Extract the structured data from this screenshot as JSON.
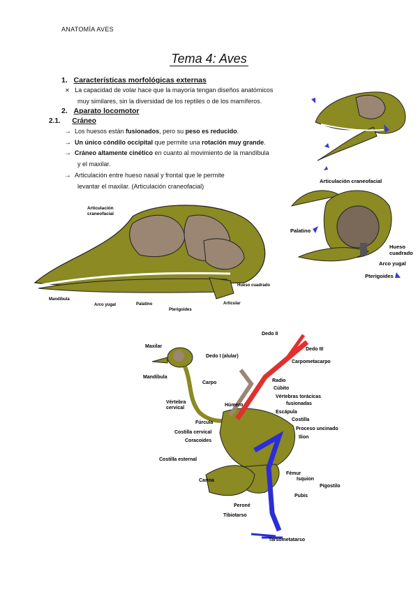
{
  "header": "ANATOMÍA AVES",
  "title": "Tema 4: Aves",
  "s1": {
    "num": "1.",
    "title": "Características morfológicas externas",
    "bullet": "La capacidad de volar hace que la mayoría tengan diseños anatómicos",
    "bullet2": "muy similares, sin la diversidad de los reptiles o de los mamíferos."
  },
  "s2": {
    "num": "2.",
    "title": "Aparato locomotor"
  },
  "s21": {
    "num": "2.1.",
    "title": "Cráneo"
  },
  "items": [
    {
      "a": "Los huesos están ",
      "b": "fusionados",
      "c": ", pero su ",
      "d": "peso es reducido",
      "e": "."
    },
    {
      "a": "",
      "b": "Un único cóndilo occipital",
      "c": " que permite una ",
      "d": "rotación muy grande",
      "e": "."
    },
    {
      "a": "",
      "b": "Cráneo altamente cinético",
      "c": " en cuanto al movimiento de la mandíbula",
      "d": "",
      "e": ""
    },
    {
      "a": "Articulación entre hueso nasal y frontal que le permite",
      "b": "",
      "c": "",
      "d": "",
      "e": ""
    }
  ],
  "item3_cont": "y el maxilar.",
  "item4_cont": "levantar el maxilar. (Articulación craneofacial)",
  "skull_labels": {
    "art": "Articulación",
    "cran": "craneofacial",
    "hueso": "Hueso cuadrado",
    "mand": "Mandíbula",
    "arco": "Arco yugal",
    "pal": "Palatino",
    "pter": "Pterigoides",
    "articular": "Articular"
  },
  "right_labels": {
    "art": "Articulación craneofacial",
    "pal": "Palatino",
    "hueso": "Hueso",
    "cuad": "cuadrado",
    "arco": "Arco yugal",
    "pter": "Pterigoides"
  },
  "skeleton_labels": {
    "maxilar": "Maxilar",
    "mandibula": "Mandíbula",
    "vert1": "Vértebra",
    "vert2": "cervical",
    "carpo": "Carpo",
    "dedo1": "Dedo I (alular)",
    "dedo2": "Dedo II",
    "dedo3": "Dedo III",
    "carpomet": "Carpometacarpo",
    "radio": "Radio",
    "cubito": "Cúbito",
    "humero": "Húmero",
    "vt1": "Vértebras torácicas",
    "vt2": "fusionadas",
    "escapula": "Escápula",
    "furcula": "Fúrcula",
    "costilla": "Costilla",
    "costcerv": "Costilla cervical",
    "proc": "Proceso uncinado",
    "coracoides": "Coracoides",
    "ilion": "Ilion",
    "costest": "Costilla esternal",
    "femur": "Fémur",
    "carina": "Carina",
    "isquion": "Isquion",
    "pigostilo": "Pigostilo",
    "pubis": "Pubis",
    "perone": "Peroné",
    "tibiotarso": "Tibiotarso",
    "tarsomet": "Tarsometatarso"
  },
  "colors": {
    "bone": "#8b8a23",
    "dark": "#9b8673",
    "red": "#e03030",
    "blue": "#2c2cd8"
  }
}
